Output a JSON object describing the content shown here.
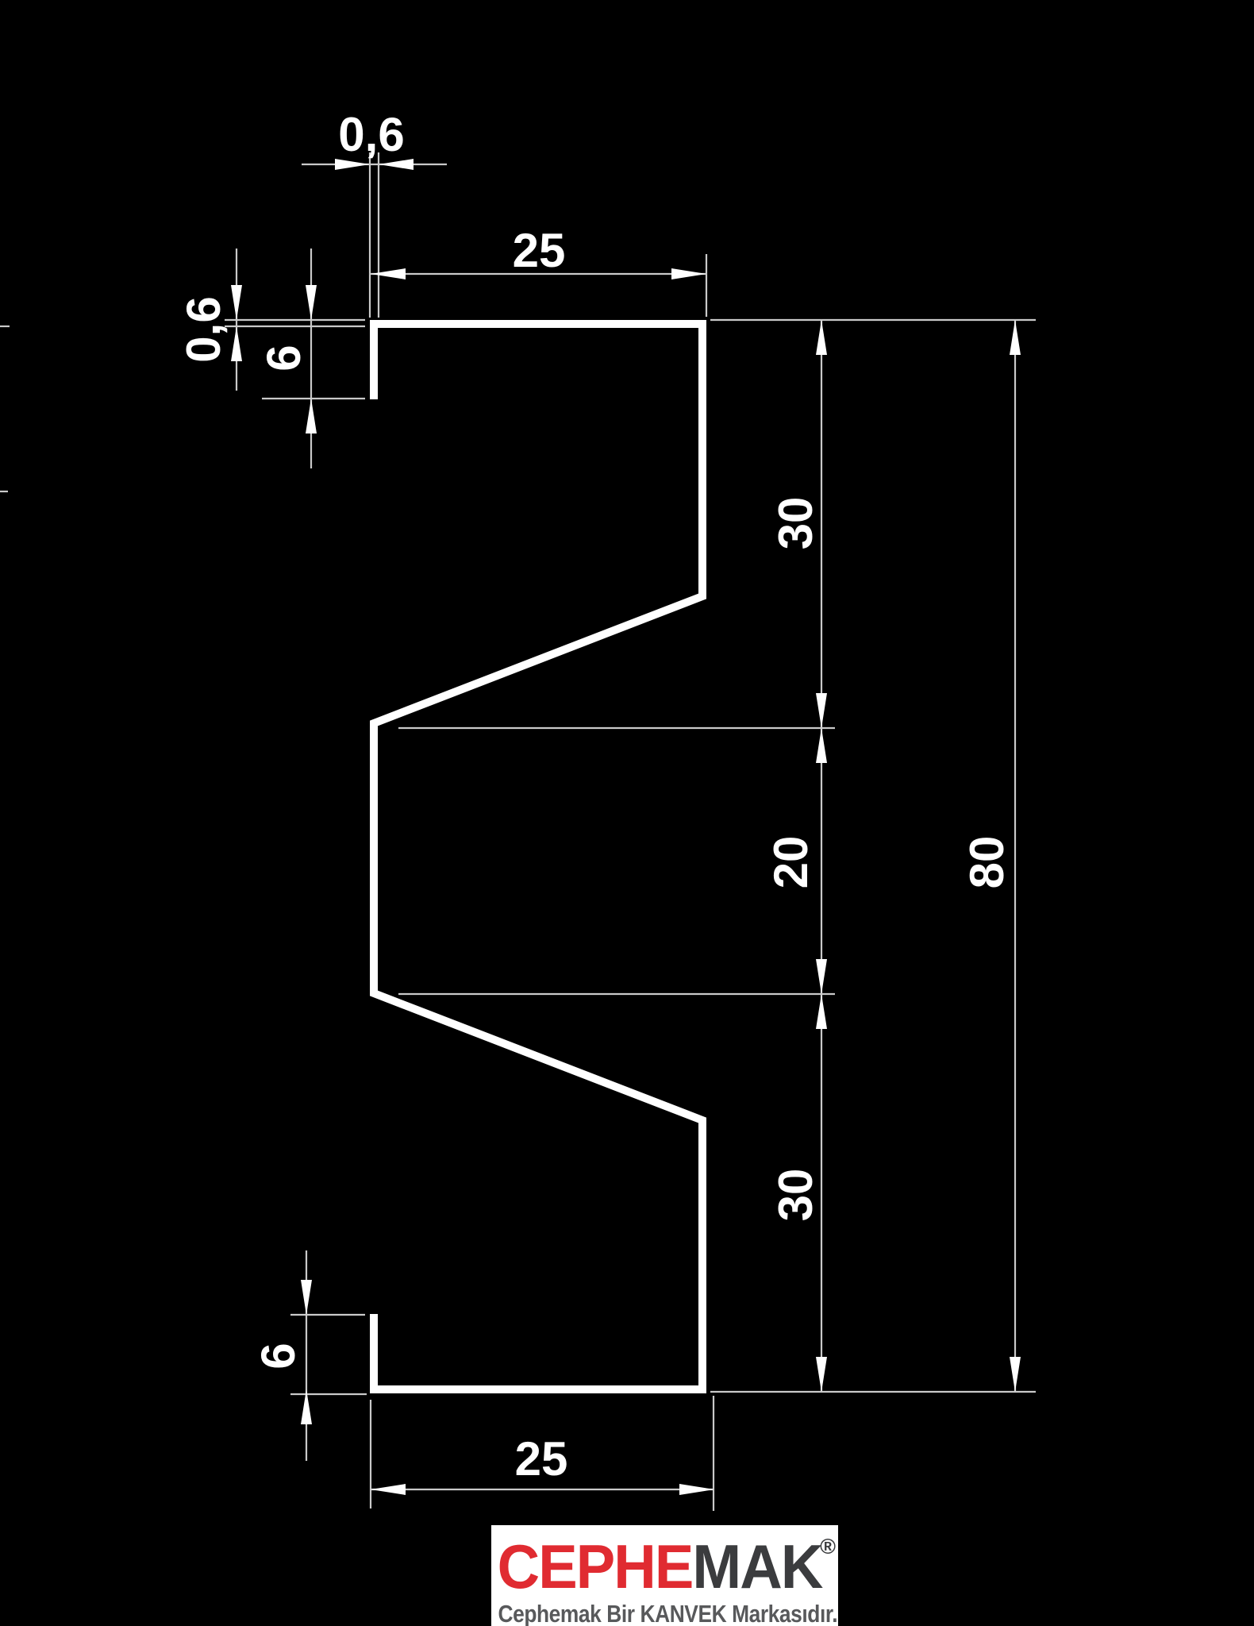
{
  "drawing": {
    "title": "sheet-metal-z-profile-section",
    "dims": {
      "top_thickness": "0,6",
      "top_flange": "25",
      "sheet_thickness": "0,6",
      "top_lip": "6",
      "segment_upper": "30",
      "segment_middle": "20",
      "segment_lower": "30",
      "overall_height": "80",
      "bottom_lip": "6",
      "bottom_flange": "25"
    }
  },
  "colors": {
    "background": "#000000",
    "profile_line": "#ffffff",
    "dimension_line": "#c9c9c9",
    "dimension_text": "#ffffff",
    "logo_background": "#ffffff",
    "logo_red": "#e02b31",
    "logo_dark": "#3b3c3e",
    "logo_tagline": "#58595b"
  },
  "logo": {
    "brand_red": "CEPHE",
    "brand_dark": "MAK",
    "registered": "®",
    "tagline": "Cephemak Bir KANVEK Markasıdır."
  }
}
